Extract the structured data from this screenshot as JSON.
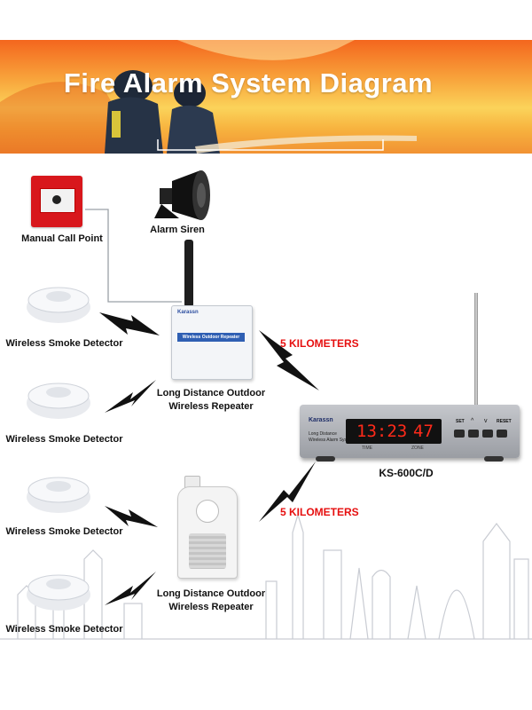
{
  "banner": {
    "title": "Fire Alarm System Diagram"
  },
  "devices": {
    "manual_call_point": "Manual Call Point",
    "alarm_siren": "Alarm Siren",
    "smoke_detectors": [
      "Wireless Smoke Detector",
      "Wireless Smoke Detector",
      "Wireless Smoke Detector",
      "Wireless Smoke Detector"
    ],
    "repeater_top": {
      "line1": "Long Distance Outdoor",
      "line2": "Wireless Repeater",
      "panel_text": "Wireless Outdoor Repeater",
      "brand": "Karassn"
    },
    "repeater_bottom": {
      "line1": "Long Distance Outdoor",
      "line2": "Wireless Repeater"
    },
    "host": {
      "model": "KS-600C/D",
      "brand": "Karassn",
      "subtitle_line1": "Long Distance",
      "subtitle_line2": "Wireless Alarm System",
      "display_time": "13:23",
      "display_zone": "47",
      "time_label": "TIME",
      "zone_label": "ZONE",
      "btn_set": "SET",
      "btn_reset": "RESET"
    }
  },
  "links": {
    "distance_top": "5 KILOMETERS",
    "distance_bottom": "5 KILOMETERS"
  }
}
